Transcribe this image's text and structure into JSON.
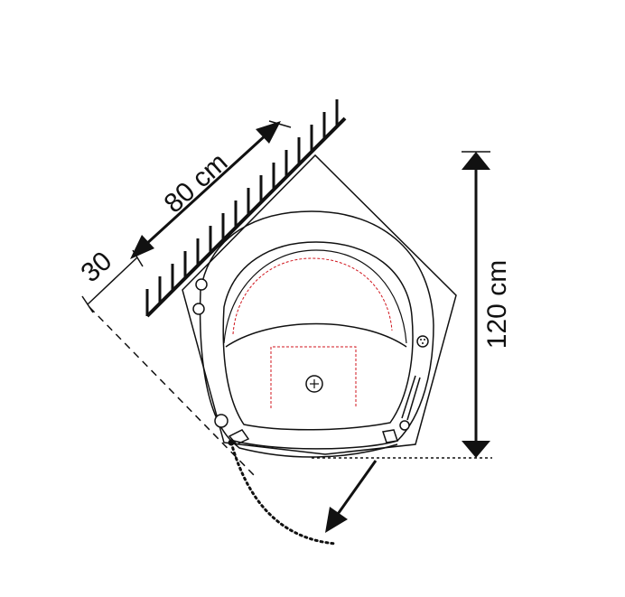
{
  "dimensions": {
    "wall_length": "80 cm",
    "clearance": "30",
    "height": "120 cm"
  },
  "colors": {
    "ink": "#111111",
    "seat_outline": "#d0141c",
    "background": "#ffffff"
  }
}
